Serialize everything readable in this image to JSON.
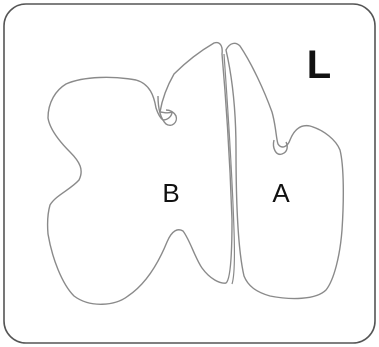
{
  "diagram": {
    "side_marker": "L",
    "pieces": [
      {
        "name": "piece-b",
        "label": "B"
      },
      {
        "name": "piece-a",
        "label": "A"
      }
    ],
    "colors": {
      "background": "#ffffff",
      "frame_stroke": "#555555",
      "piece_stroke": "#8a8a8a",
      "text": "#111111"
    }
  }
}
